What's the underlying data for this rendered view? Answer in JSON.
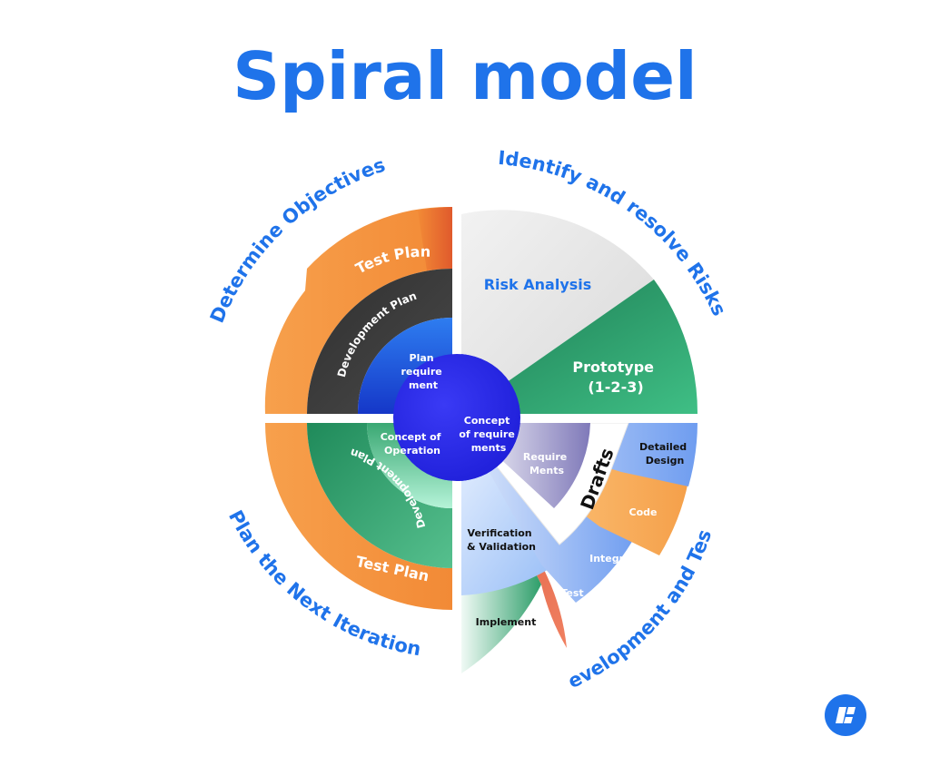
{
  "title": "Spiral model",
  "colors": {
    "brand_blue": "#1f73ea",
    "orange": "#f59a45",
    "dark_gray": "#3a3a3a",
    "green": "#2e9e6a",
    "royal_blue": "#2a2ae8",
    "red": "#e2624a"
  },
  "quadrants": {
    "top_left": "Determine Objectives",
    "top_right": "Identify and resolve Risks",
    "bottom_left": "Plan the Next Iteration",
    "bottom_right": "Development and Test"
  },
  "segments": {
    "test_plan_top": "Test Plan",
    "development_plan_top": "Development Plan",
    "plan_requirement": [
      "Plan",
      "require",
      "ment"
    ],
    "risk_analysis": "Risk Analysis",
    "prototype": [
      "Prototype",
      "(1-2-3)"
    ],
    "concept_of_requirements": [
      "Concept",
      "of require",
      "ments"
    ],
    "require_ments": [
      "Require",
      "Ments"
    ],
    "drafts": "Drafts",
    "detailed_design": [
      "Detailed",
      "Design"
    ],
    "code": "Code",
    "integration": "Integration",
    "test": "Test",
    "implement": "Implement",
    "verification_validation": [
      "Verification",
      "& Validation"
    ],
    "concept_of_operation": [
      "Concept of",
      "Operation"
    ],
    "development_plan_bottom": "Development Plan",
    "test_plan_bottom": "Test Plan"
  },
  "logo": {
    "icon": "company-logo-icon"
  }
}
